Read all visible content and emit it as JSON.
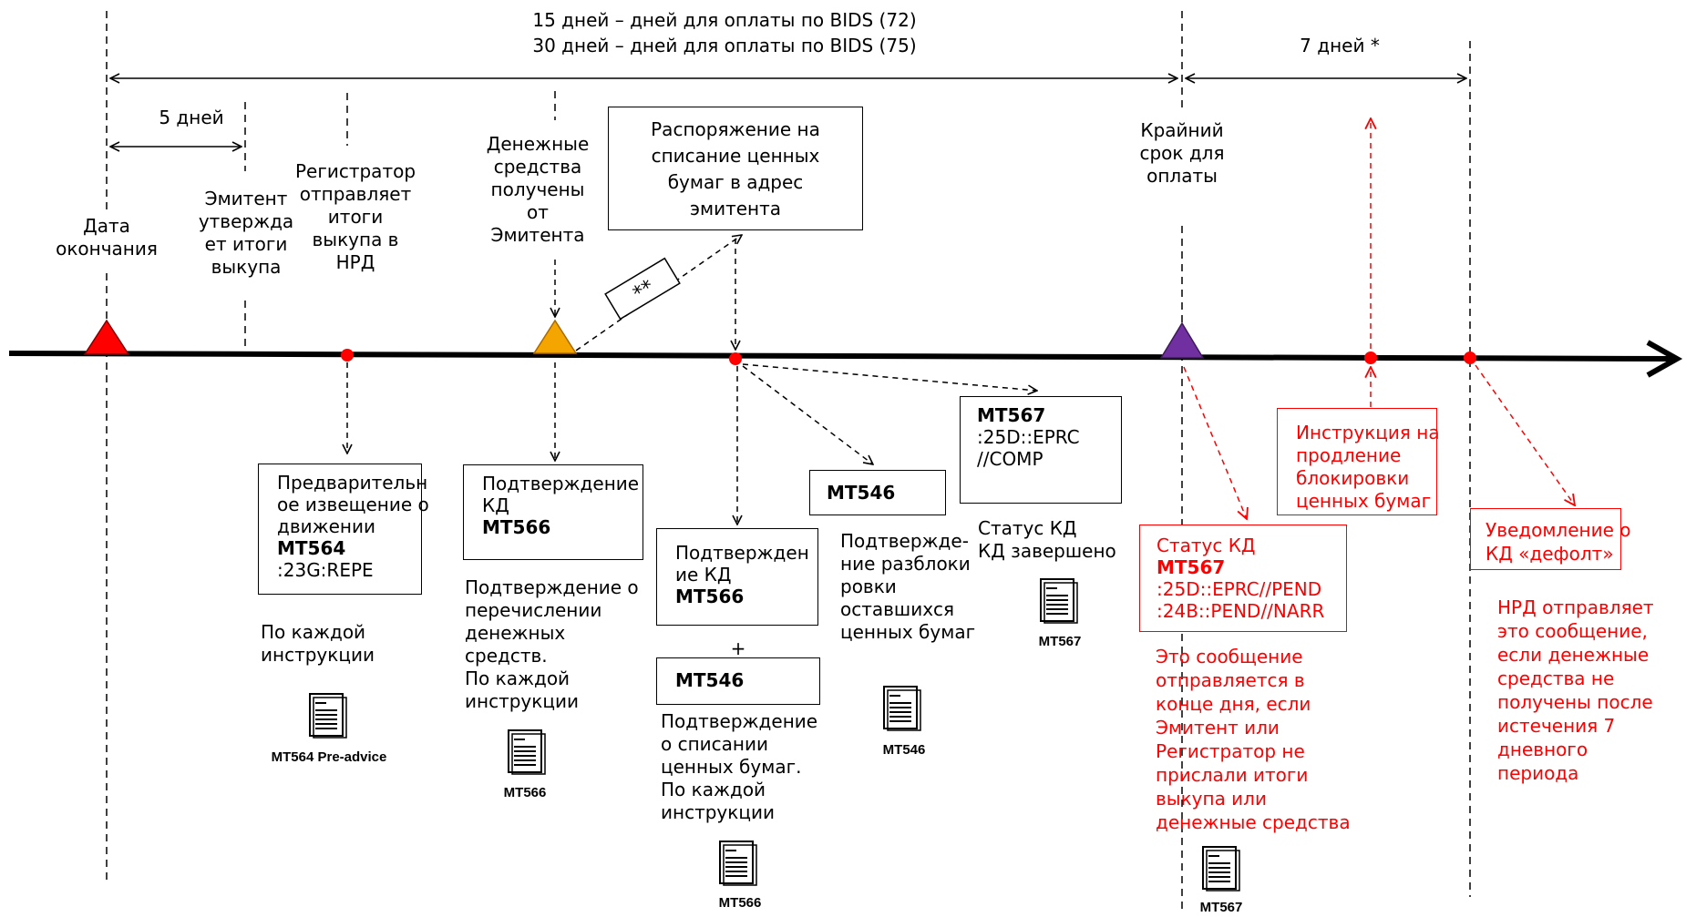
{
  "top_ranges": {
    "line1": "15 дней – дней для оплаты по BIDS (72)",
    "line2": "30 дней – дней для оплаты по BIDS (75)",
    "seven_days": "7 дней *",
    "five_days": "5 дней"
  },
  "milestones": {
    "end_date": [
      "Дата",
      "окончания"
    ],
    "issuer_approves": [
      "Эмитент",
      "утвержда",
      "ет итоги",
      "выкупа"
    ],
    "registrar": [
      "Регистратор",
      "отправляет",
      "итоги",
      "выкупа в",
      "НРД"
    ],
    "funds_received": [
      "Денежные",
      "средства",
      "получены",
      "от",
      "Эмитента"
    ],
    "deadline": [
      "Крайний",
      "срок для",
      "оплаты"
    ]
  },
  "order_box": [
    "Распоряжение на",
    "списание ценных",
    "бумаг в адрес",
    "эмитента"
  ],
  "double_star": "**",
  "box_mt564": {
    "lines": [
      "Предварительн",
      "ое извещение о",
      "движении"
    ],
    "code": "MT564",
    "field": ":23G:REPE"
  },
  "note_mt564": [
    "По каждой",
    "инструкции"
  ],
  "doc_mt564": "MT564 Pre-advice",
  "box_mt566a": {
    "lines": [
      "Подтверждение",
      "КД"
    ],
    "code": "MT566"
  },
  "note_mt566a": [
    "Подтверждение о",
    "перечислении",
    "денежных",
    "средств.",
    "По каждой",
    "инструкции"
  ],
  "doc_mt566a": "MT566",
  "box_mt566b": {
    "lines": [
      "Подтвержден",
      "ие КД"
    ],
    "code": "MT566"
  },
  "plus": "+",
  "box_mt546b": {
    "code": "MT546"
  },
  "note_mt546b": [
    "Подтверждение",
    "о списании",
    "ценных бумаг.",
    "По каждой",
    "инструкции"
  ],
  "doc_mt566b": "MT566",
  "box_mt546a": {
    "code": "MT546"
  },
  "note_mt546a": [
    "Подтвержде-",
    "ние разблоки",
    "ровки",
    "оставшихся",
    "ценных бумаг"
  ],
  "doc_mt546a": "MT546",
  "box_mt567a": {
    "code": "MT567",
    "lines": [
      ":25D::EPRC",
      "//COMP"
    ]
  },
  "note_mt567a": [
    "Статус КД",
    "КД завершено"
  ],
  "doc_mt567a": "MT567",
  "box_mt567b": {
    "title": "Статус КД",
    "code": "MT567",
    "lines": [
      ":25D::EPRC//PEND",
      ":24B::PEND//NARR"
    ]
  },
  "note_mt567b": [
    "Это сообщение",
    "отправляется в",
    "конце дня,  если",
    "Эмитент или",
    "Регистратор не",
    "прислали итоги",
    "выкупа или",
    "денежные средства"
  ],
  "doc_mt567b": "MT567",
  "box_extend": [
    "Инструкция на",
    "продление",
    "блокировки",
    "ценных бумаг"
  ],
  "box_default": [
    "Уведомление о",
    "КД  «дефолт»"
  ],
  "note_default": [
    "НРД отправляет",
    "это сообщение,",
    "если денежные",
    "средства не",
    "получены после",
    "истечения 7",
    "дневного",
    "периода"
  ],
  "colors": {
    "accent_red": "#ff0000",
    "triangle_red": "#ff0000",
    "triangle_orange": "#f5a500",
    "triangle_purple": "#7030a0",
    "line": "#000000"
  }
}
